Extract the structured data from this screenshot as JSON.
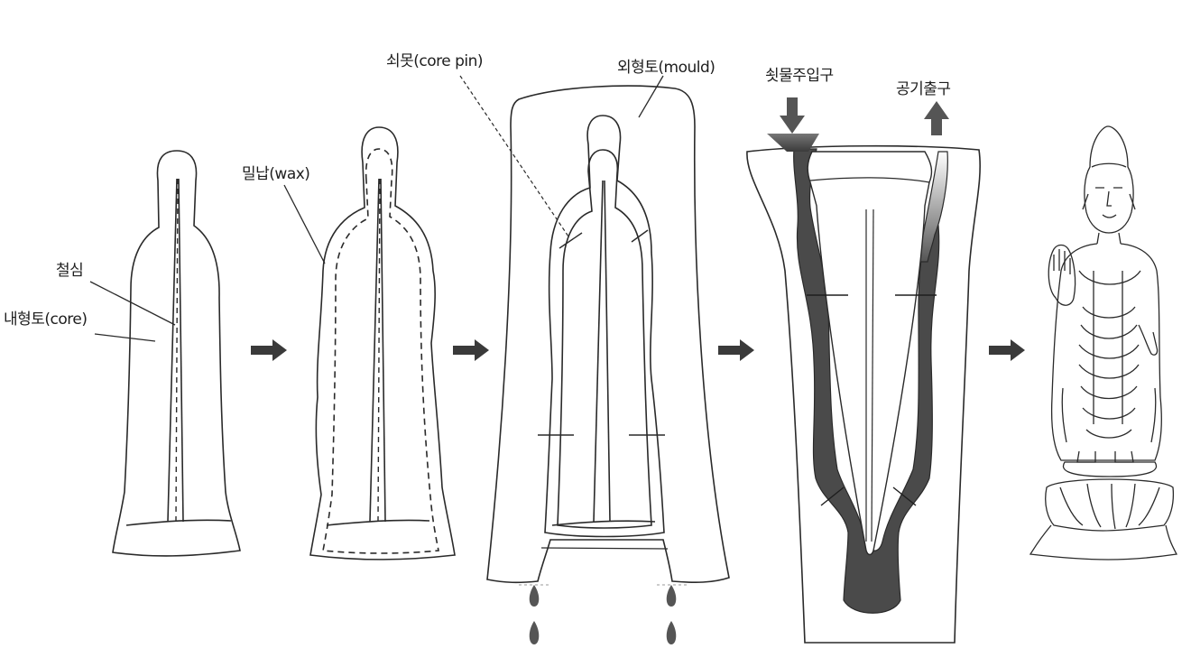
{
  "labels": {
    "iron_core": "철심",
    "core": "내형토(core)",
    "wax": "밀납(wax)",
    "core_pin": "쇠못(core pin)",
    "mould": "외형토(mould)",
    "pouring_gate": "쇳물주입구",
    "air_vent": "공기출구"
  },
  "colors": {
    "line": "#2a2a2a",
    "molten_metal": "#4a4a4a",
    "arrow": "#3a3a3a",
    "wax_drop": "#555555"
  },
  "icons": {
    "step_arrow": "right-arrow-icon",
    "pour_arrow": "down-arrow-icon",
    "vent_arrow": "up-arrow-icon",
    "drop": "wax-drop-icon"
  }
}
